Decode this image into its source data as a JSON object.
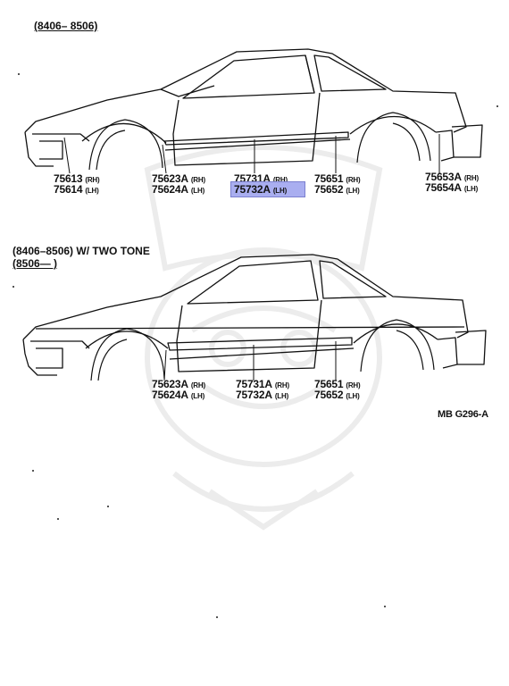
{
  "diagram1": {
    "header": "(8406– 8506)",
    "labels": {
      "a1": {
        "code": "75613",
        "side": "(RH)"
      },
      "a2": {
        "code": "75614",
        "side": "(LH)"
      },
      "b1": {
        "code": "75623A",
        "side": "(RH)"
      },
      "b2": {
        "code": "75624A",
        "side": "(LH)"
      },
      "c1": {
        "code": "75731A",
        "side": "(RH)"
      },
      "c2": {
        "code": "75732A",
        "side": "(LH)"
      },
      "d1": {
        "code": "75651",
        "side": "(RH)"
      },
      "d2": {
        "code": "75652",
        "side": "(LH)"
      },
      "e1": {
        "code": "75653A",
        "side": "(RH)"
      },
      "e2": {
        "code": "75654A",
        "side": "(LH)"
      }
    }
  },
  "diagram2": {
    "header_line1": "(8406–8506) W/ TWO  TONE",
    "header_line2": "(8506—        )",
    "labels": {
      "b1": {
        "code": "75623A",
        "side": "(RH)"
      },
      "b2": {
        "code": "75624A",
        "side": "(LH)"
      },
      "c1": {
        "code": "75731A",
        "side": "(RH)"
      },
      "c2": {
        "code": "75732A",
        "side": "(LH)"
      },
      "d1": {
        "code": "75651",
        "side": "(RH)"
      },
      "d2": {
        "code": "75652",
        "side": "(LH)"
      }
    },
    "figure_code": "MB  G296-A"
  },
  "colors": {
    "highlight": "#a9aef0",
    "ink": "#111111",
    "watermark": "#ececec"
  }
}
